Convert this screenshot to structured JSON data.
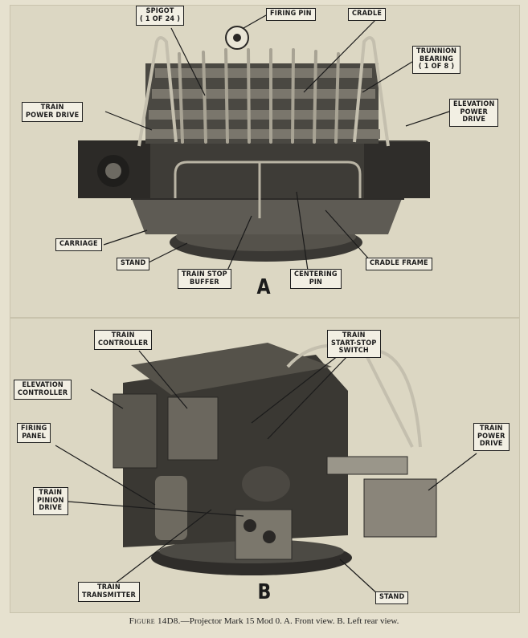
{
  "photo_a": {
    "view_letter": "A",
    "labels": {
      "spigot": "SPIGOT\n( 1 OF 24 )",
      "firing_pin": "FIRING PIN",
      "cradle": "CRADLE",
      "trunnion_bearing": "TRUNNION\nBEARING\n( 1 OF 8 )",
      "train_power_drive": "TRAIN\nPOWER DRIVE",
      "elevation_power_drive": "ELEVATION\nPOWER\nDRIVE",
      "carriage": "CARRIAGE",
      "stand": "STAND",
      "train_stop_buffer": "TRAIN STOP\nBUFFER",
      "centering_pin": "CENTERING\nPIN",
      "cradle_frame": "CRADLE FRAME"
    }
  },
  "photo_b": {
    "view_letter": "B",
    "labels": {
      "train_controller": "TRAIN\nCONTROLLER",
      "train_start_stop_switch": "TRAIN\nSTART-STOP\nSWITCH",
      "elevation_controller": "ELEVATION\nCONTROLLER",
      "firing_panel": "FIRING\nPANEL",
      "train_power_drive": "TRAIN\nPOWER\nDRIVE",
      "train_pinion_drive": "TRAIN\nPINION\nDRIVE",
      "train_transmitter": "TRAIN\nTRANSMITTER",
      "stand": "STAND"
    }
  },
  "caption": {
    "figure_number": "Figure 14D8.",
    "text": "—Projector Mark 15 Mod 0.   A. Front view.   B. Left rear view."
  }
}
